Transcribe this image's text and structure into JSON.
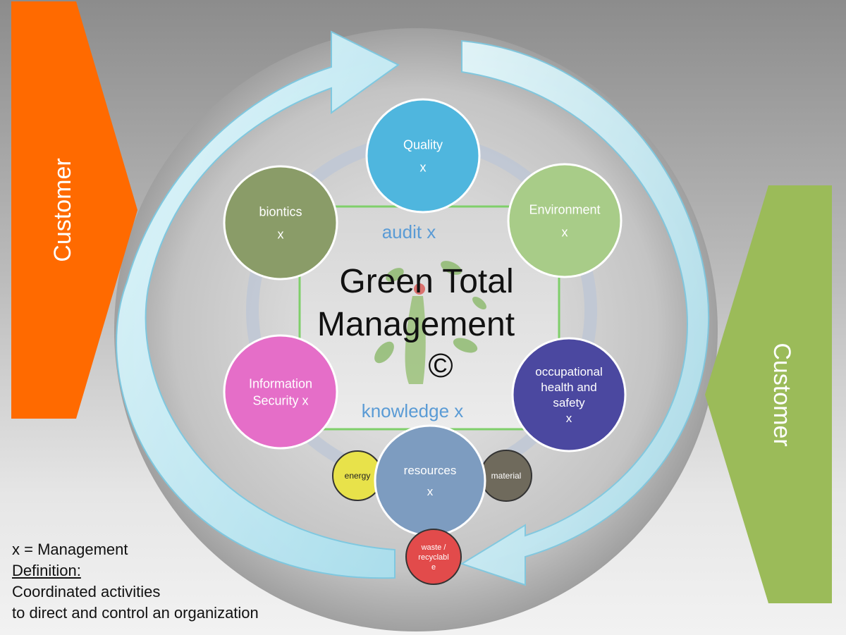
{
  "title": "Green Total Management ©",
  "title_lines": [
    "Green Total",
    "Management",
    "©"
  ],
  "center": {
    "top_label": "audit x",
    "bottom_label": "knowledge x"
  },
  "customers": {
    "left": "Customer",
    "right": "Customer"
  },
  "circles": [
    {
      "id": "quality",
      "lines": [
        "Quality",
        "x"
      ],
      "color": "#4fb6de"
    },
    {
      "id": "environment",
      "lines": [
        "Environment",
        "x"
      ],
      "color": "#a8cc88"
    },
    {
      "id": "ohs",
      "lines": [
        "occupational",
        "health and",
        "safety",
        "x"
      ],
      "color": "#4b48a0"
    },
    {
      "id": "resources",
      "lines": [
        "resources",
        "x"
      ],
      "color": "#7d9cc0"
    },
    {
      "id": "infosec",
      "lines": [
        "Information",
        "Security x"
      ],
      "color": "#e56ec8"
    },
    {
      "id": "bionics",
      "lines": [
        "biontics",
        "x"
      ],
      "color": "#8a9c68"
    }
  ],
  "small_circles": [
    {
      "id": "energy",
      "lines": [
        "energy"
      ],
      "color": "#e8e24a"
    },
    {
      "id": "material",
      "lines": [
        "material"
      ],
      "color": "#6f6a5c"
    },
    {
      "id": "waste",
      "lines": [
        "waste /",
        "recyclabl",
        "e"
      ],
      "color": "#e24b4b"
    }
  ],
  "legend": {
    "line1": "x = Management",
    "line2": "Definition:",
    "line3": "Coordinated activities",
    "line4": "to direct and control an organization"
  },
  "colors": {
    "customer_left": "#ff6a00",
    "customer_right": "#9bbb59",
    "arrow": "#bfeefa",
    "center_border": "#7fcf6a"
  }
}
